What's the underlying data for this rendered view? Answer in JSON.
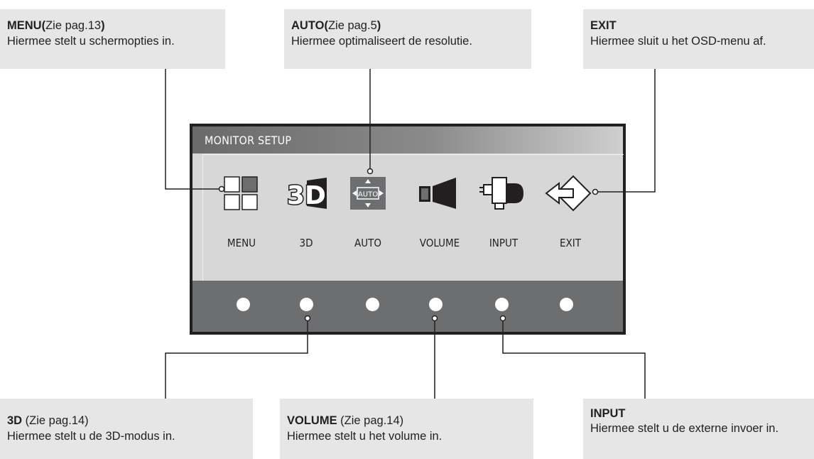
{
  "callouts": {
    "menu": {
      "title": "MENU(",
      "ref": "Zie pag.13",
      "close": ")",
      "desc": "Hiermee stelt u schermopties in."
    },
    "auto": {
      "title": "AUTO(",
      "ref": "Zie pag.5",
      "close": ")",
      "desc": "Hiermee optimaliseert de resolutie."
    },
    "exit": {
      "title": "EXIT",
      "desc": "Hiermee sluit u het OSD-menu af."
    },
    "threed": {
      "title": "3D",
      "ref": " (Zie pag.14)",
      "desc": "Hiermee stelt u de 3D-modus in."
    },
    "volume": {
      "title": "VOLUME",
      "ref": " (Zie pag.14)",
      "desc": "Hiermee stelt u het volume in."
    },
    "input": {
      "title": "INPUT",
      "desc": "Hiermee stelt u de externe invoer in."
    }
  },
  "monitor": {
    "title": "MONITOR SETUP",
    "labels": [
      "MENU",
      "3D",
      "AUTO",
      "VOLUME",
      "INPUT",
      "EXIT"
    ],
    "icons": [
      "menu-grid-icon",
      "3d-icon",
      "auto-icon",
      "volume-icon",
      "input-plug-icon",
      "exit-arrow-icon"
    ],
    "auto_icon_text": "AUTO",
    "threed_icon_text": "3D"
  }
}
